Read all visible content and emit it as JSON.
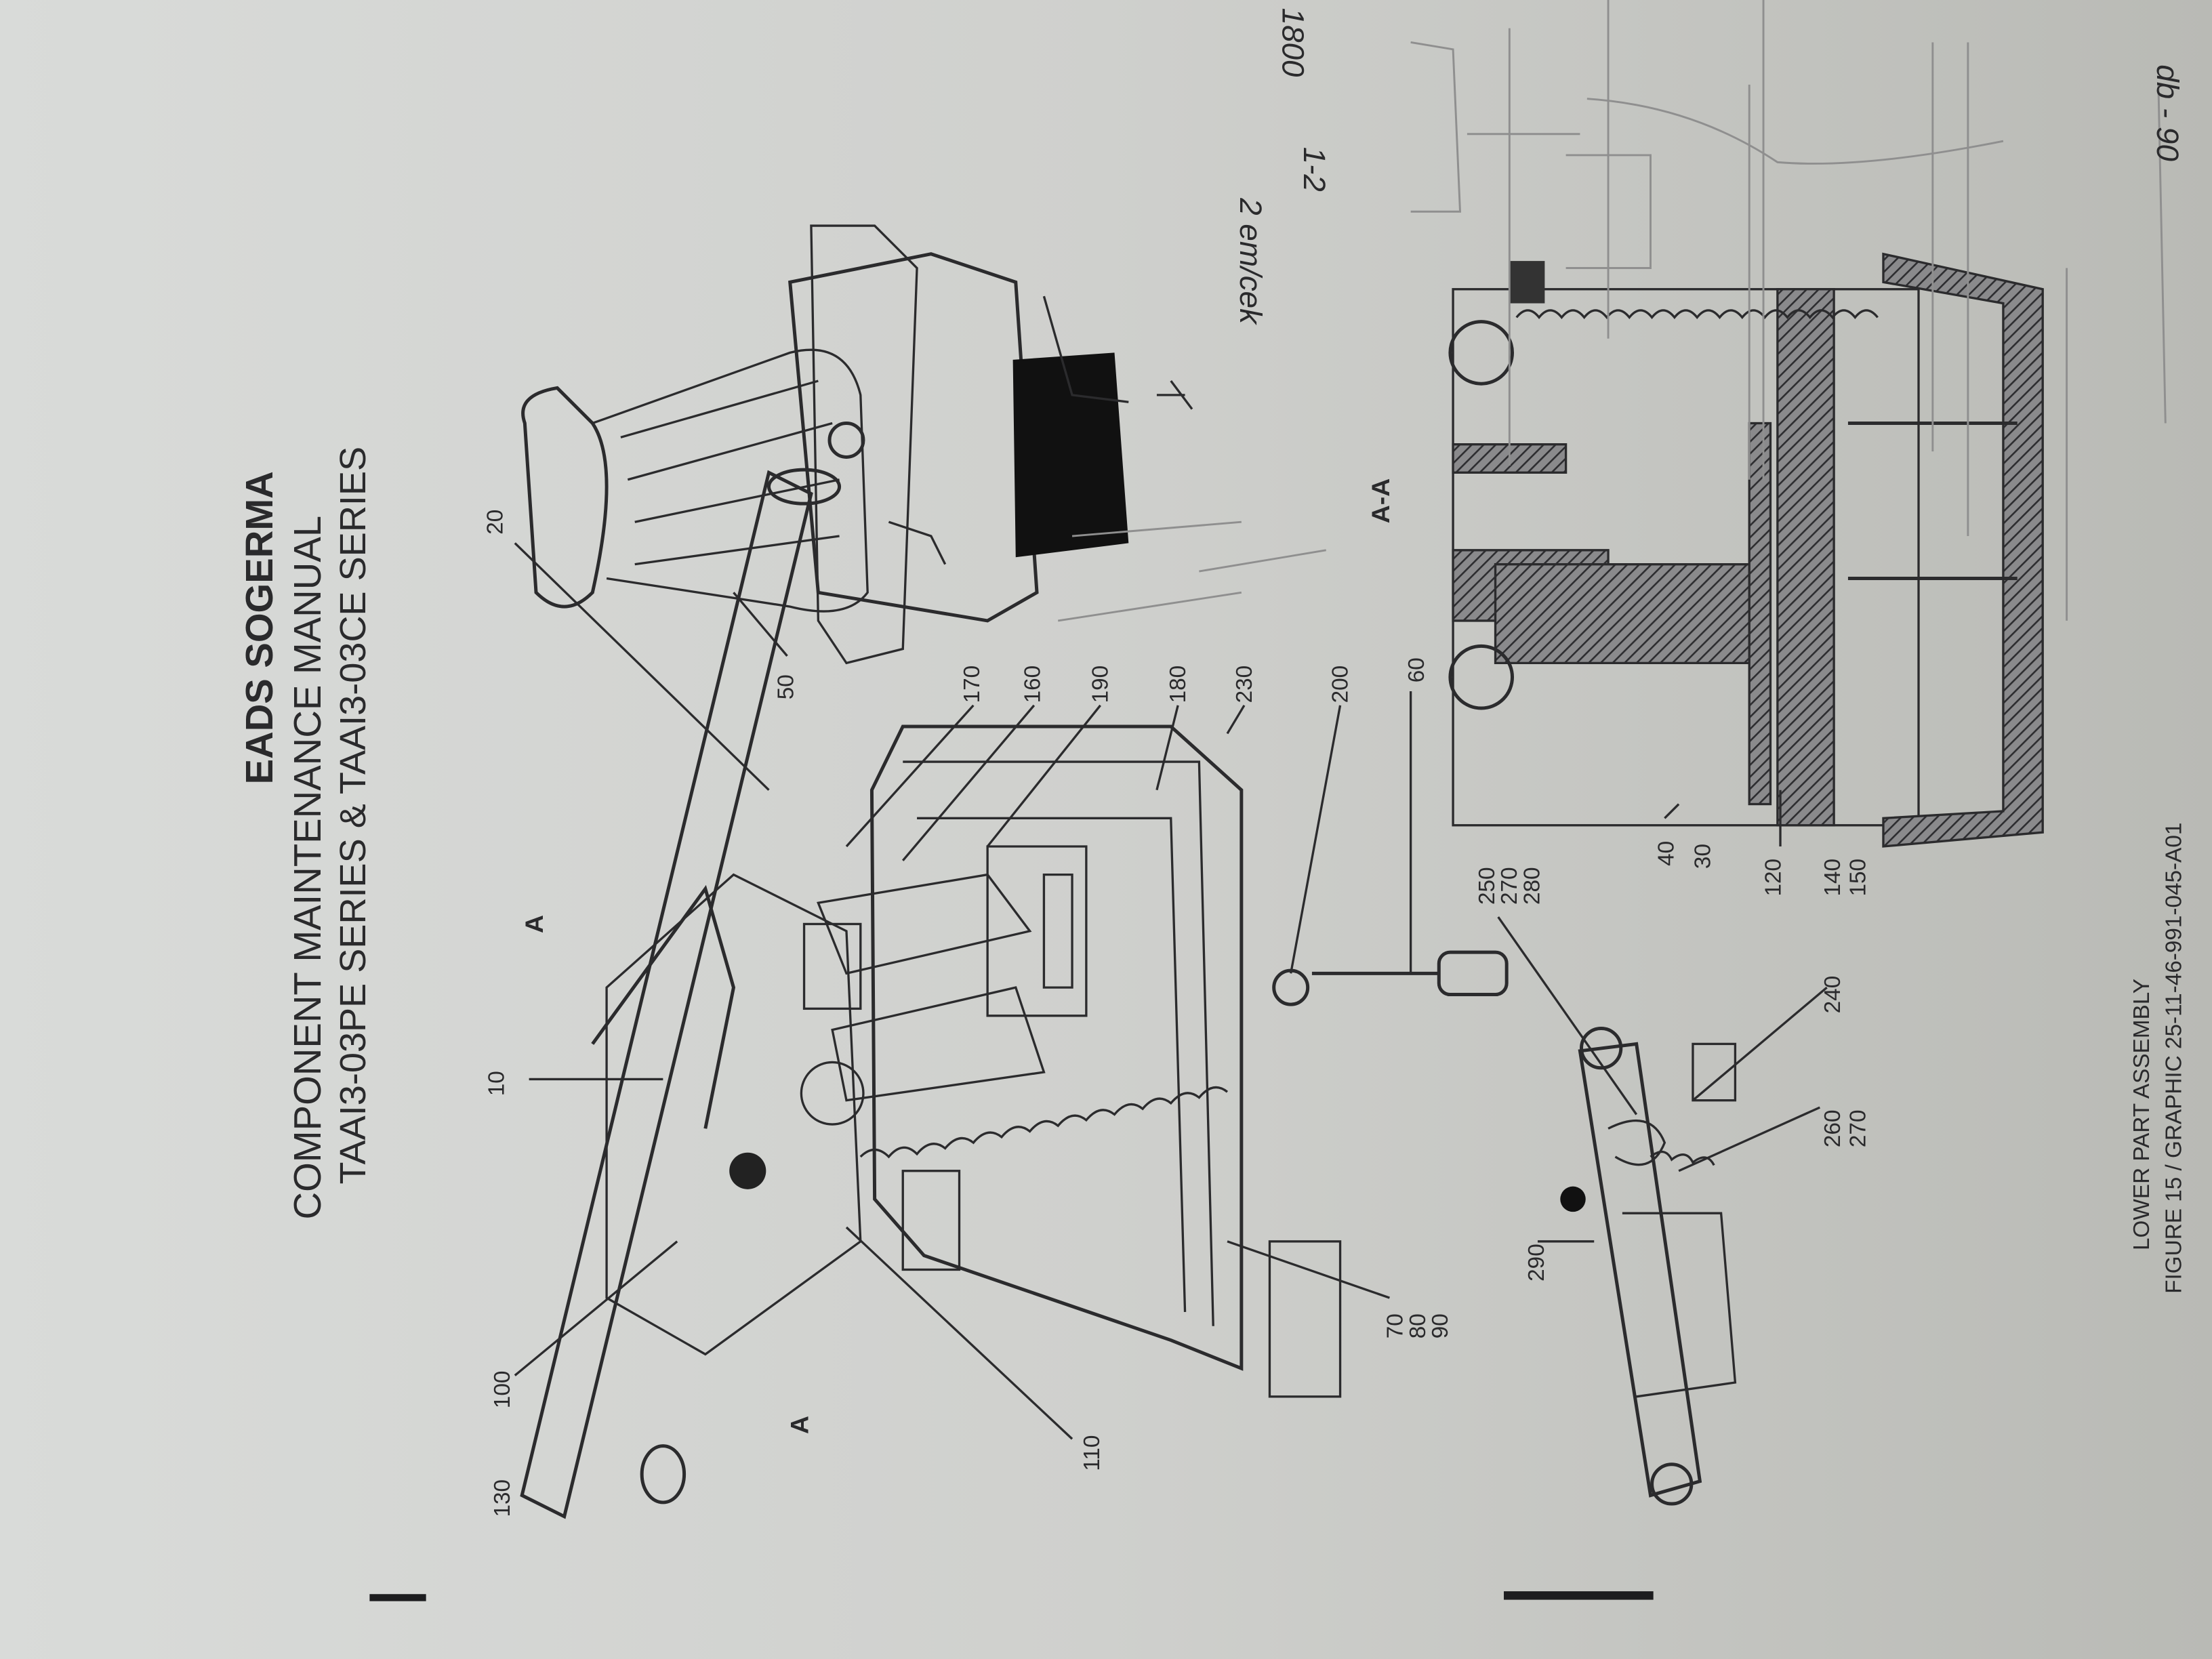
{
  "header": {
    "company": "EADS SOGERMA",
    "manual_title": "COMPONENT MAINTENANCE MANUAL",
    "series": "TAAI3-03PE SERIES & TAAI3-03CE SERIES"
  },
  "figure": {
    "caption_title": "LOWER PART ASSEMBLY",
    "caption_ref": "FIGURE 15 / GRAPHIC 25-11-46-991-045-A01",
    "section_label": "A-A",
    "section_arrow_label": "A"
  },
  "callouts": {
    "c10": "10",
    "c20": "20",
    "c50": "50",
    "c100": "100",
    "c130": "130",
    "c110": "110",
    "c170": "170",
    "c160": "160",
    "c190": "190",
    "c180": "180",
    "c230": "230",
    "c200": "200",
    "c60": "60",
    "c70": "70",
    "c80": "80",
    "c90": "90",
    "c250": "250",
    "c270a": "270",
    "c280": "280",
    "c40": "40",
    "c30": "30",
    "c120": "120",
    "c140": "140",
    "c150": "150",
    "c240": "240",
    "c260": "260",
    "c270b": "270",
    "c290": "290"
  },
  "handwriting": {
    "note1": "2 em/cek",
    "note2": "1-2",
    "note3": "1800",
    "note4": "db - 90"
  }
}
